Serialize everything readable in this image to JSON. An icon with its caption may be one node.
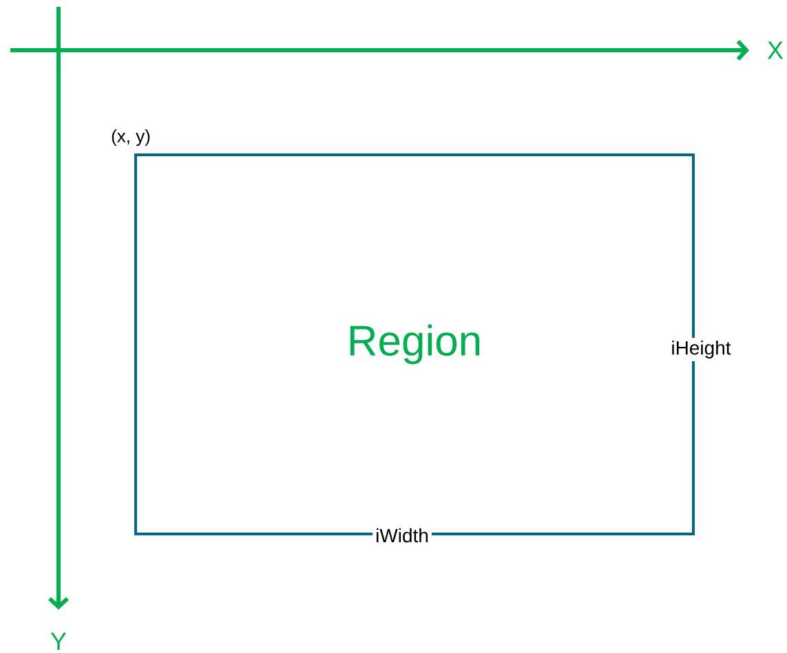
{
  "diagram": {
    "nodes": [
      {
        "text": [
          "Region"
        ]
      }
    ],
    "labels": [
      "X",
      "(x, y)",
      "iHeight",
      "iWidth",
      "Y"
    ]
  }
}
